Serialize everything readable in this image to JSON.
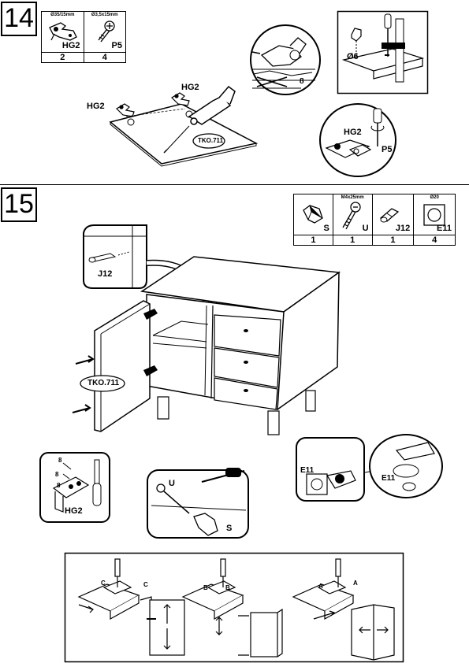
{
  "step14": {
    "number": "14",
    "parts": [
      {
        "size": "Ø35/15mm",
        "code": "HG2",
        "qty": "2",
        "icon": "hinge-icon"
      },
      {
        "size": "Ø3,5x15mm",
        "code": "P5",
        "qty": "4",
        "icon": "screw-icon"
      }
    ],
    "labels": {
      "hg2_left": "HG2",
      "hg2_top": "HG2",
      "door_code": "TKO.711",
      "drill_diameter": "Ø6",
      "drill_bad_mark": "8",
      "hg2_detail": "HG2",
      "p5_detail": "P5"
    }
  },
  "step15": {
    "number": "15",
    "parts": [
      {
        "size": "",
        "code": "S",
        "qty": "1",
        "icon": "knob-icon"
      },
      {
        "size": "M4x25mm",
        "code": "U",
        "qty": "1",
        "icon": "bolt-icon"
      },
      {
        "size": "",
        "code": "J12",
        "qty": "1",
        "icon": "dowel-icon"
      },
      {
        "size": "Ø20",
        "code": "E11",
        "qty": "4",
        "icon": "felt-pad-icon"
      }
    ],
    "labels": {
      "j12_detail": "J12",
      "door_code": "TKO.711",
      "hg2_detail": "HG2",
      "hinge_screw_a": "8",
      "hinge_screw_b": "8",
      "hinge_screw_c": "8",
      "bolt_u": "U",
      "knob_s": "S",
      "e11_left": "E11",
      "e11_right": "E11"
    },
    "adjust_marks": [
      "C",
      "C",
      "B",
      "B",
      "A",
      "A"
    ]
  }
}
